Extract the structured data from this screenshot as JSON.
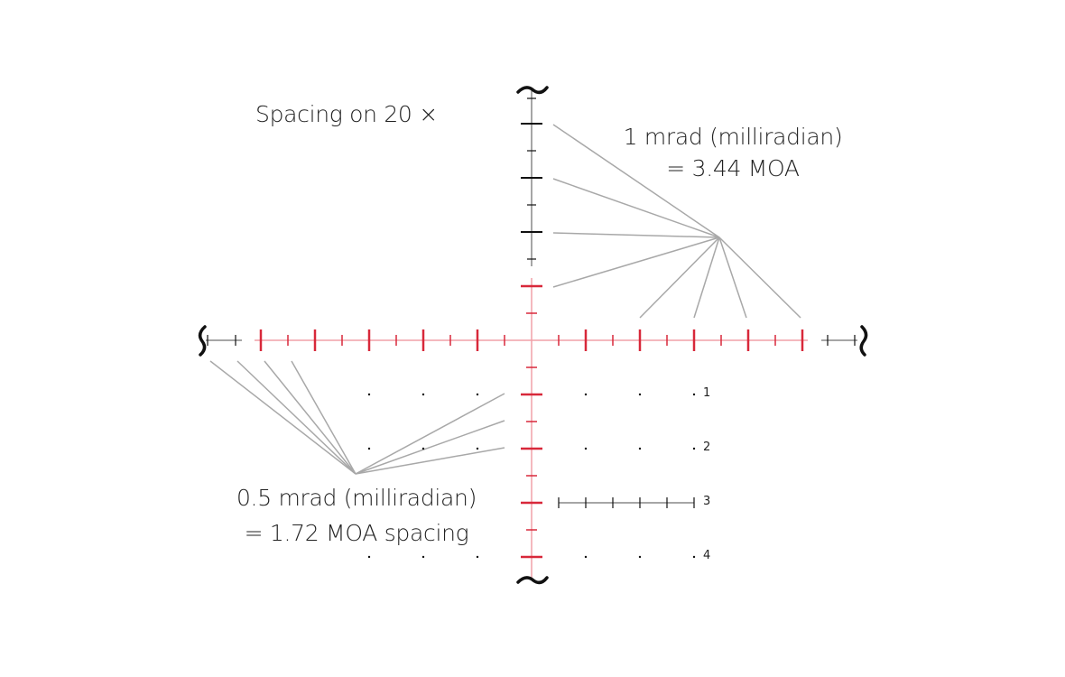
{
  "title": "Spacing on 20 ×",
  "annotations": {
    "upper": {
      "line1": "1 mrad (milliradian)",
      "line2": "= 3.44 MOA"
    },
    "lower": {
      "line1": "0.5 mrad (milliradian)",
      "line2": "= 1.72 MOA spacing"
    }
  },
  "row_labels": [
    "1",
    "2",
    "3",
    "4"
  ],
  "colors": {
    "reticle_red": "#d8283a",
    "line_red": "#f0a0a8",
    "black": "#111111",
    "leader_grey": "#a8a8a8"
  }
}
